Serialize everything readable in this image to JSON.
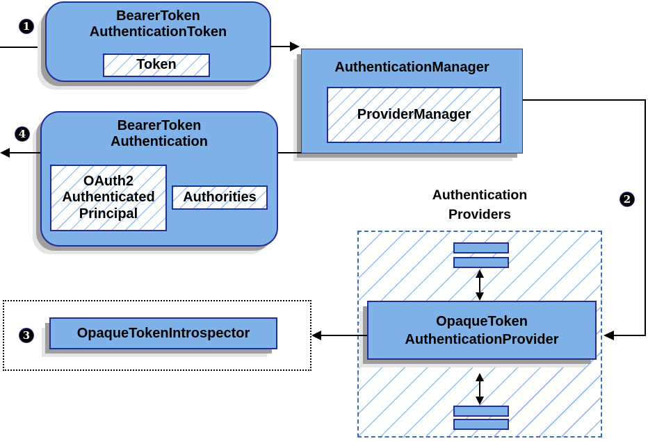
{
  "colors": {
    "box_fill": "#7EB2E8",
    "box_border": "#232E95",
    "thin_border": "#3A3A66",
    "hatch_line": "#A6C9F2",
    "hatch_line_big": "#93BEEC",
    "dashed_border": "#3E6DB3",
    "dotted_border": "#000000",
    "shadow_dark": "#9E9E9E",
    "shadow_light": "#E4E4E4",
    "line": "#000000",
    "badge_bg": "#000000",
    "badge_text": "#FFFFFF"
  },
  "badges": {
    "step1": "1",
    "step2": "2",
    "step3": "3",
    "step4": "4"
  },
  "nodes": {
    "bearer_token_authentication_token": {
      "title1": "BearerToken",
      "title2": "AuthenticationToken",
      "token_label": "Token"
    },
    "authentication_manager": {
      "title": "AuthenticationManager",
      "provider_manager_label": "ProviderManager"
    },
    "bearer_token_authentication": {
      "title1": "BearerToken",
      "title2": "Authentication",
      "principal1": "OAuth2",
      "principal2": "Authenticated",
      "principal3": "Principal",
      "authorities_label": "Authorities"
    },
    "authentication_providers": {
      "label1": "Authentication",
      "label2": "Providers"
    },
    "opaque_token_authentication_provider": {
      "title1": "OpaqueToken",
      "title2": "AuthenticationProvider"
    },
    "opaque_token_introspector": {
      "title": "OpaqueTokenIntrospector"
    }
  }
}
